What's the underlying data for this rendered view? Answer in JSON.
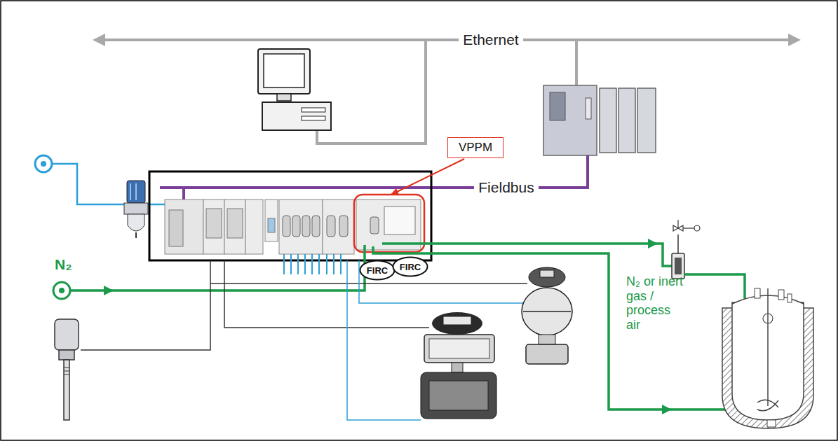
{
  "diagram": {
    "nodes": [
      {
        "text": [
          "VPPM"
        ]
      },
      {
        "text": [
          "FIRC"
        ]
      },
      {
        "text": [
          "FIRC"
        ]
      }
    ],
    "labels": [
      "Ethernet",
      "Fieldbus",
      "N₂",
      "N₂ or inert gas / process air"
    ]
  }
}
